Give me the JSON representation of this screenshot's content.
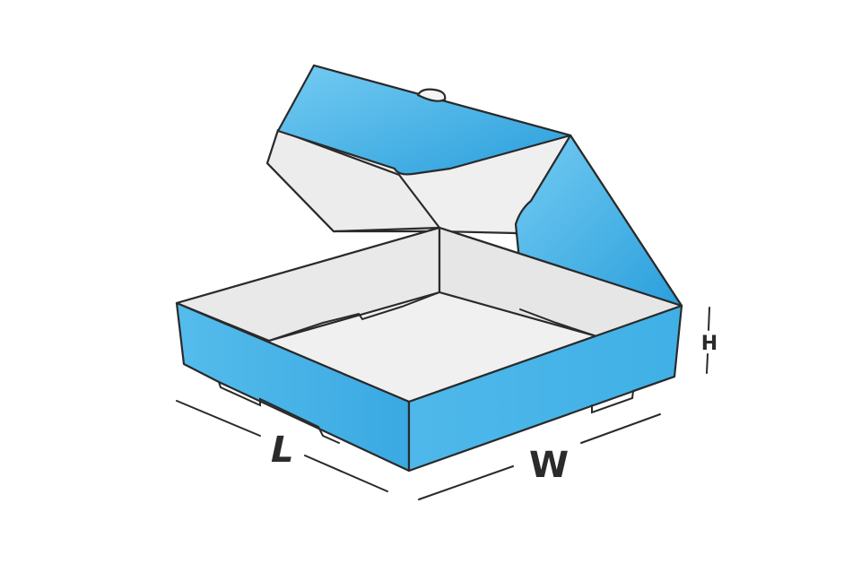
{
  "labels": {
    "length": "L",
    "width": "W",
    "height": "H"
  },
  "colors": {
    "blue_light": "#6cc6f0",
    "blue_dark": "#2aa0dd",
    "inner": "#efefef",
    "inner_shade": "#e4e4e4",
    "outline": "#2a2a2a"
  }
}
